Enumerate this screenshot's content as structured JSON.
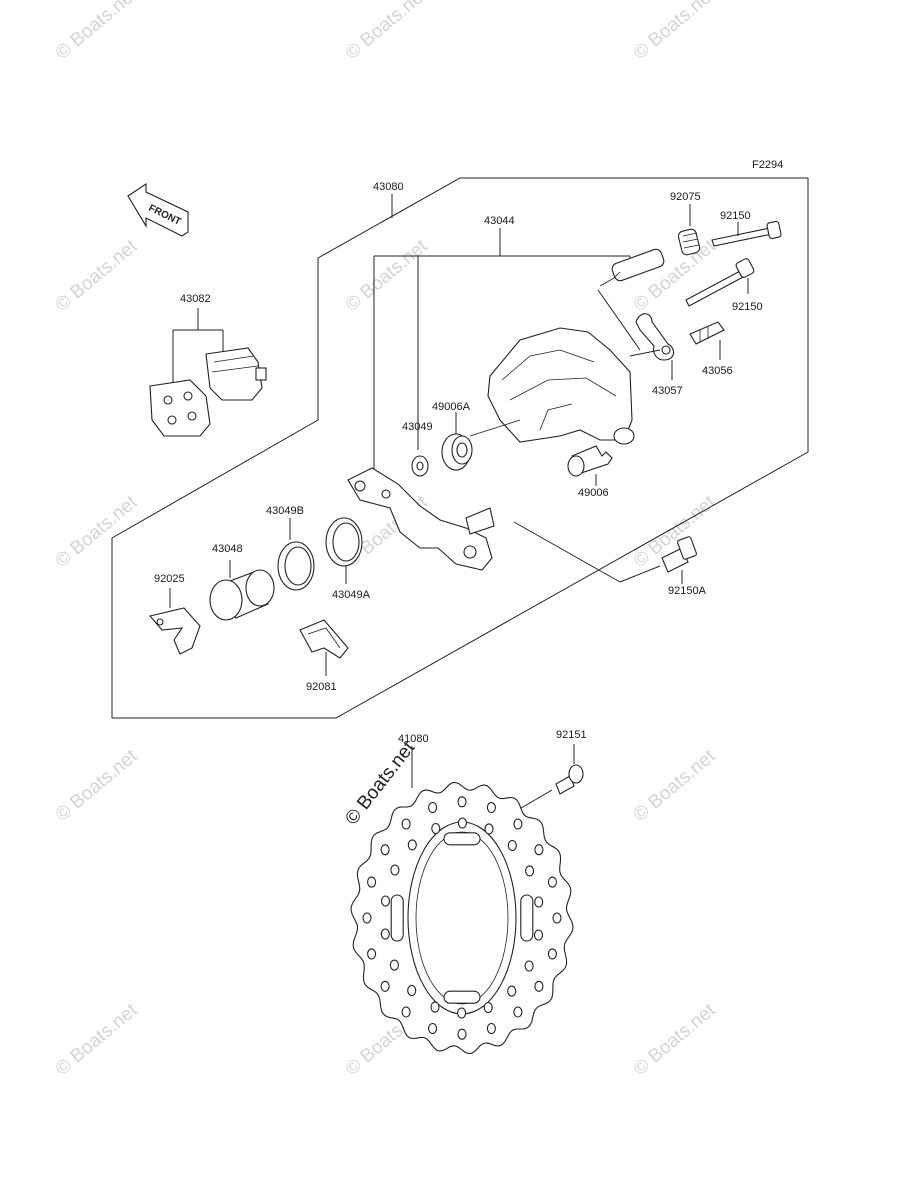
{
  "figure_code": "F2294",
  "front_label": "FRONT",
  "watermark": "© Boats.net",
  "part_numbers": {
    "p43080": "43080",
    "p43044": "43044",
    "p92075": "92075",
    "p92150_top": "92150",
    "p92150_bottom": "92150",
    "p43082": "43082",
    "p43056": "43056",
    "p43057": "43057",
    "p43049": "43049",
    "p49006A": "49006A",
    "p49006": "49006",
    "p43049B": "43049B",
    "p43048": "43048",
    "p92025": "92025",
    "p43049A": "43049A",
    "p92150A": "92150A",
    "p92081": "92081",
    "p92151": "92151",
    "p41080": "41080"
  }
}
